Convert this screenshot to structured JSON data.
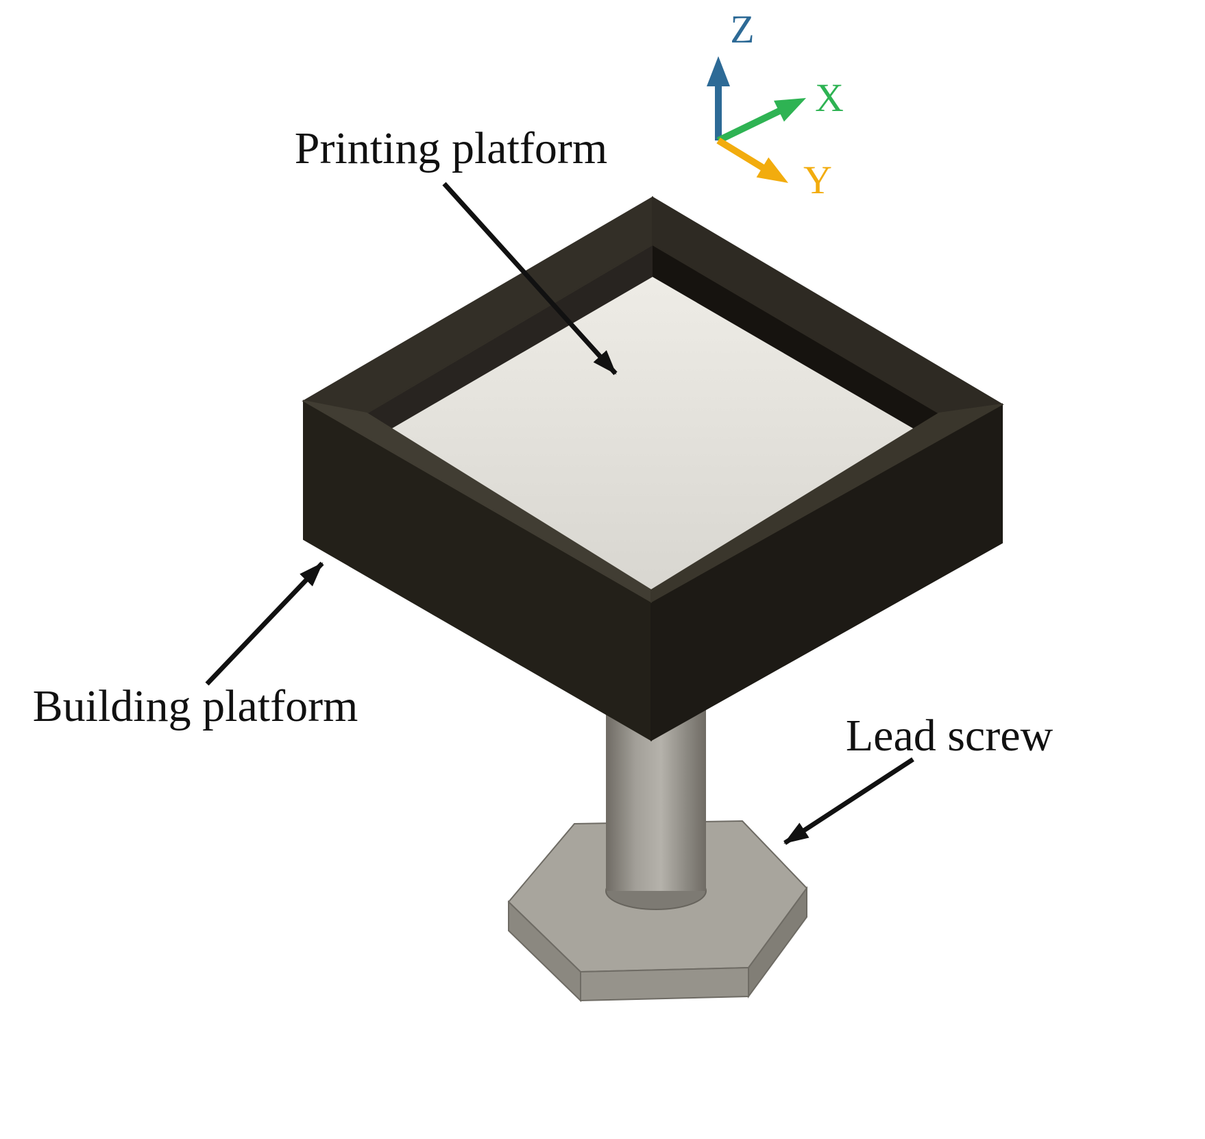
{
  "figure": {
    "labels": {
      "printing_platform": "Printing platform",
      "building_platform": "Building platform",
      "lead_screw": "Lead screw"
    },
    "axes": {
      "z": {
        "label": "Z",
        "color": "#2d6a96"
      },
      "x": {
        "label": "X",
        "color": "#2eb353"
      },
      "y": {
        "label": "Y",
        "color": "#f2ac0e"
      }
    },
    "colors": {
      "annotation_arrow": "#111111",
      "box_left_wall": "#232019",
      "box_right_wall": "#1d1a15",
      "rim_back": "#332f27",
      "rim_front": "#3e3a30",
      "inner_wall_left": "#282420",
      "inner_wall_right": "#16130f",
      "platform_surface": "#e6e4dd",
      "shaft_mid": "#aaa79f",
      "nut_top": "#a8a59d",
      "background": "#ffffff"
    }
  }
}
